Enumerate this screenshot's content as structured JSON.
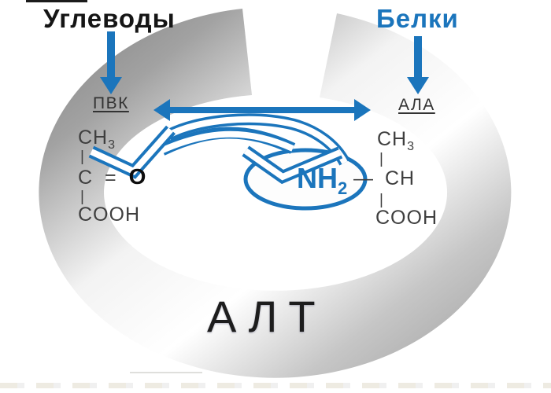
{
  "labels": {
    "carbs": "Углеводы",
    "proteins": "Белки",
    "pvk": "ПВК",
    "ala": "АЛА",
    "enzyme": "АЛТ"
  },
  "amine": {
    "main": "NH",
    "sub": "2"
  },
  "pyruvate": {
    "ch3_main": "CH",
    "ch3_sub": "3",
    "bond1": "|",
    "c": "C",
    "eq": "=",
    "o": "O",
    "bond2": "|",
    "cooh": "COOH"
  },
  "alanine": {
    "ch3_main": "CH",
    "ch3_sub": "3",
    "bond1": "|",
    "dash": "—",
    "ch": "CH",
    "bond2": "|",
    "cooh": "COOH"
  },
  "icons": {
    "ring": "enzyme-cycle-ring",
    "down_arrows": "blue-down-arrow",
    "double_arrow": "blue-double-headed-arrow",
    "curved_arrows": "nh2-transfer-curved-arrows"
  },
  "colors": {
    "accent_blue": "#1b75bc",
    "formula_text": "#3f3f3f",
    "heading_black": "#151515",
    "enzyme_text": "#1d1d1d",
    "ring_dark_gray": "#7f7f7f",
    "ring_light_gray": "#f3f3f3"
  }
}
